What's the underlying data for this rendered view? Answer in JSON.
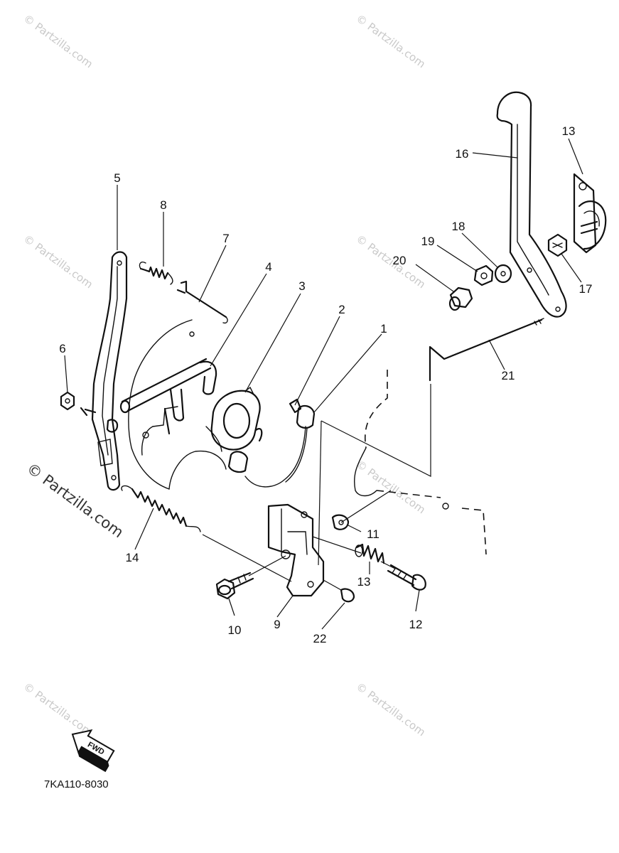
{
  "watermark": "© Partzilla.com",
  "callouts": [
    "1",
    "2",
    "3",
    "4",
    "5",
    "6",
    "7",
    "8",
    "9",
    "10",
    "11",
    "12",
    "13",
    "13",
    "14",
    "16",
    "17",
    "18",
    "19",
    "20",
    "21",
    "22"
  ],
  "fwd_label": "FWD",
  "drawing_code": "7KA110-8030"
}
